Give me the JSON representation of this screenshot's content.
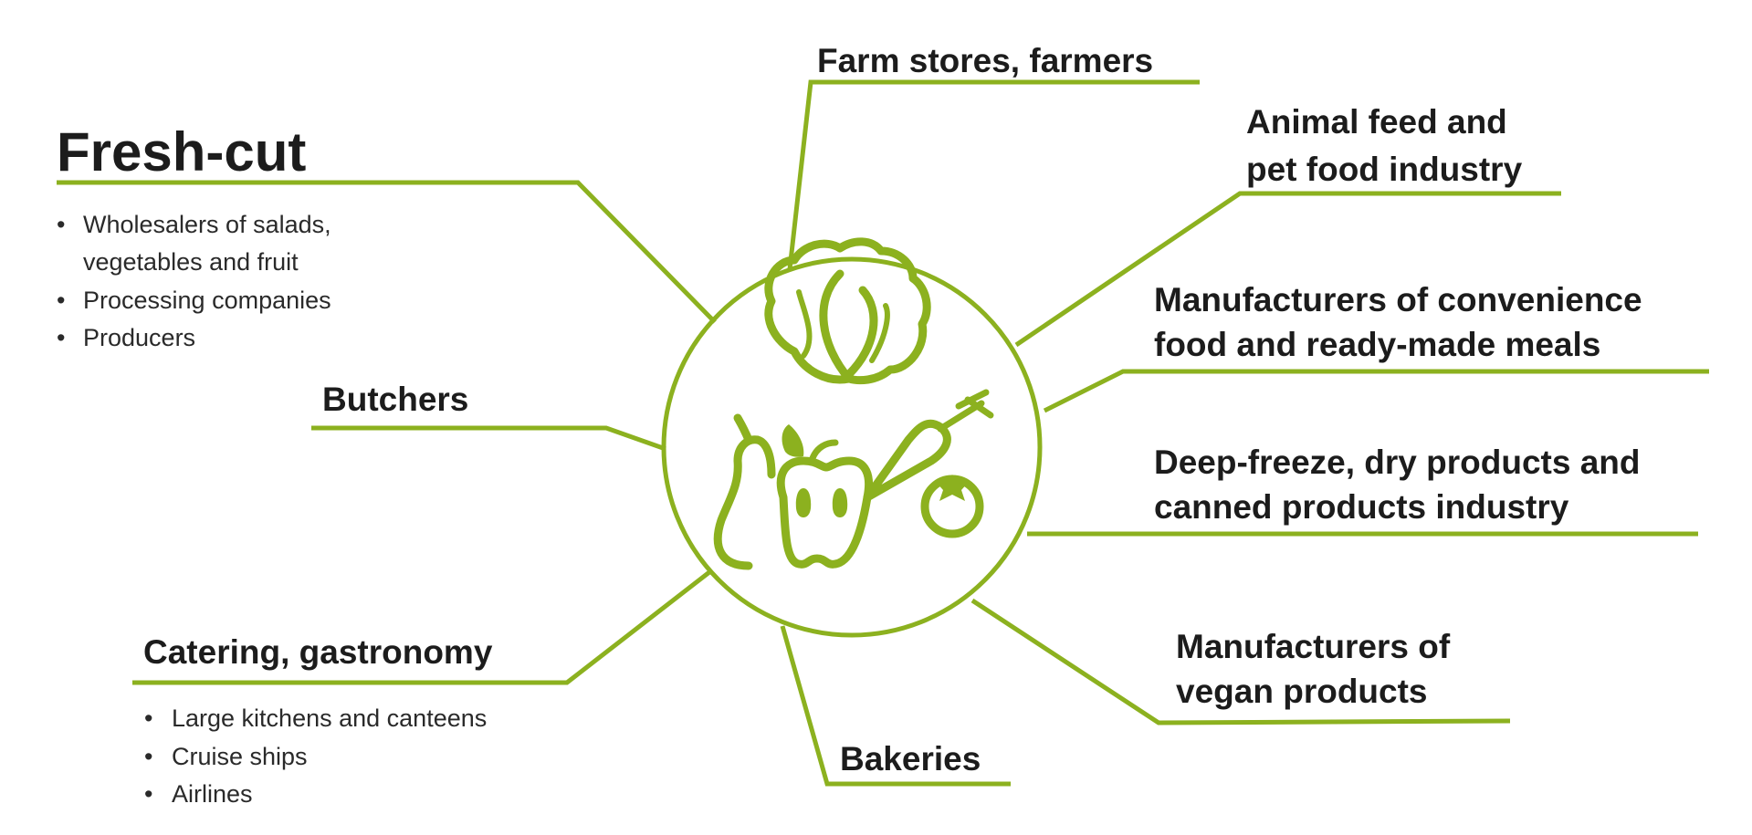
{
  "colors": {
    "accent": "#8cb11f",
    "text": "#1c1c1c"
  },
  "center": {
    "icon": "fruit-vegetables-icon"
  },
  "fresh_cut": {
    "title": "Fresh-cut",
    "bullets": [
      "Wholesalers of salads,",
      "vegetables and fruit",
      "Processing companies",
      "Producers"
    ]
  },
  "butchers": {
    "label": "Butchers"
  },
  "catering": {
    "label": "Catering, gastronomy",
    "bullets": [
      "Large kitchens and canteens",
      "Cruise ships",
      "Airlines"
    ]
  },
  "bakeries": {
    "label": "Bakeries"
  },
  "vegan": {
    "lines": [
      "Manufacturers of",
      "vegan products"
    ]
  },
  "deep_freeze": {
    "lines": [
      "Deep-freeze, dry products and",
      "canned products industry"
    ]
  },
  "convenience": {
    "lines": [
      "Manufacturers of convenience",
      "food and ready-made meals"
    ]
  },
  "animal_feed": {
    "lines": [
      "Animal feed and",
      "pet food industry"
    ]
  },
  "farm": {
    "label": "Farm stores, farmers"
  }
}
